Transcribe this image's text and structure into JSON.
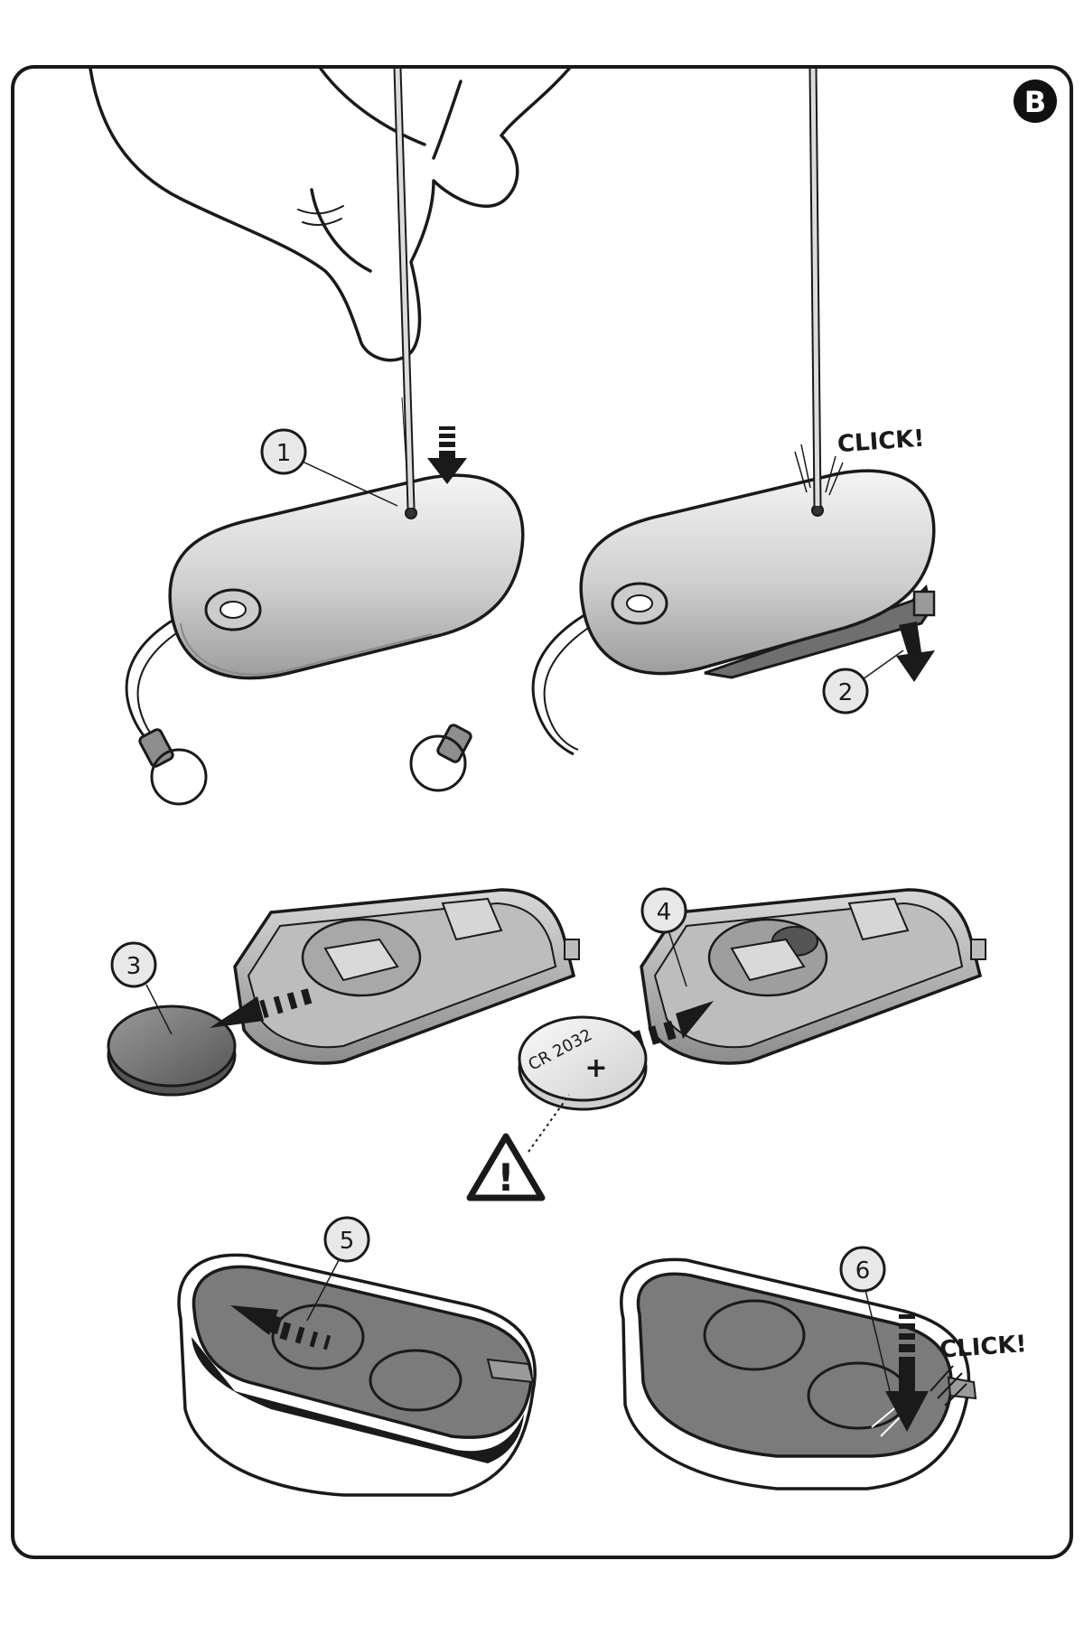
{
  "panel": {
    "letter": "B"
  },
  "steps": [
    {
      "number": "1"
    },
    {
      "number": "2"
    },
    {
      "number": "3"
    },
    {
      "number": "4"
    },
    {
      "number": "5"
    },
    {
      "number": "6"
    }
  ],
  "sound_effects": {
    "click_top": "CLICK!",
    "click_bottom": "CLICK!"
  },
  "battery": {
    "label": "CR 2032",
    "polarity": "+"
  },
  "warning": {
    "symbol": "!"
  },
  "colors": {
    "outline": "#1a1a1a",
    "shell_light": "#e6e6e6",
    "shell_mid": "#b9b9b9",
    "shell_dark": "#8a8a8a",
    "cover_gray": "#7a7a7a",
    "callout_fill": "#e8e8e8"
  }
}
